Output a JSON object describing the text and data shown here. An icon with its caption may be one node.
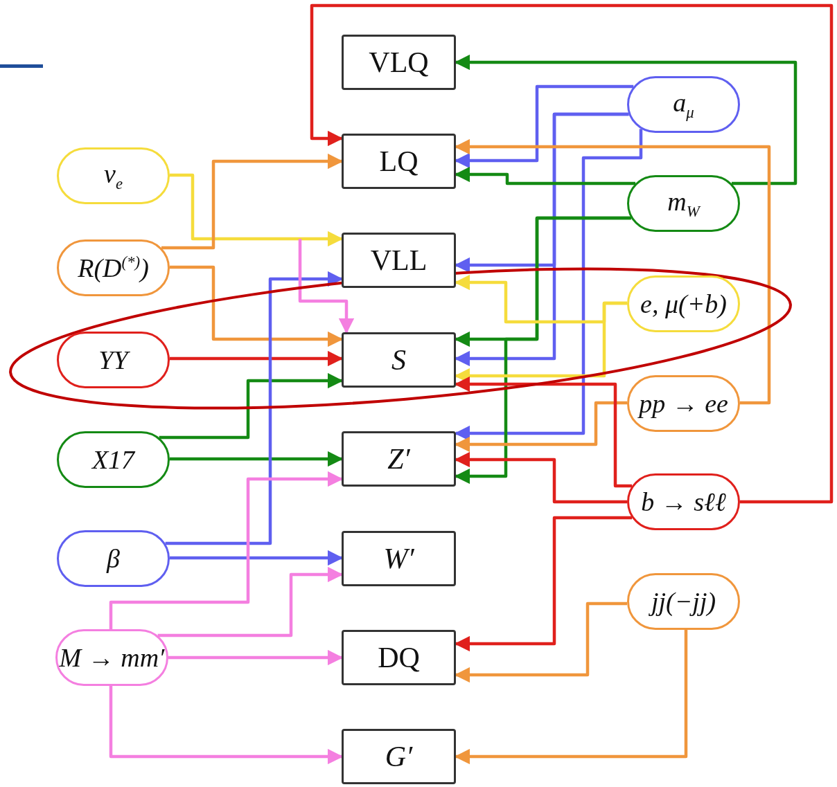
{
  "diagram": {
    "nodes": [
      {
        "text": [
          "VLQ"
        ]
      },
      {
        "text": [
          "LQ"
        ]
      },
      {
        "text": [
          "VLL"
        ]
      },
      {
        "text": [
          "S"
        ]
      },
      {
        "text": [
          "Z′"
        ]
      },
      {
        "text": [
          "W′"
        ]
      },
      {
        "text": [
          "DQ"
        ]
      },
      {
        "text": [
          "G′"
        ]
      },
      {
        "text": [
          "ν$_{e}$"
        ]
      },
      {
        "text": [
          "R(D$^{(*)}$)"
        ]
      },
      {
        "text": [
          "YY"
        ]
      },
      {
        "text": [
          "X17"
        ]
      },
      {
        "text": [
          "β"
        ]
      },
      {
        "text": [
          "M → mm′"
        ]
      },
      {
        "text": [
          "a$_{μ}$"
        ]
      },
      {
        "text": [
          "m$_{W}$"
        ]
      },
      {
        "text": [
          "e, μ(+b)"
        ]
      },
      {
        "text": [
          "pp → ee"
        ]
      },
      {
        "text": [
          "b → sℓℓ"
        ]
      },
      {
        "text": [
          "jj(−jj)"
        ]
      }
    ],
    "edges": [
      {
        "from": 8,
        "to": 2,
        "arrow": "to",
        "color": "#f5dc3c"
      },
      {
        "from": 9,
        "to": 1,
        "arrow": "to",
        "color": "#f0963c"
      },
      {
        "from": 9,
        "to": 3,
        "arrow": "to",
        "color": "#f0963c"
      },
      {
        "from": 10,
        "to": 3,
        "arrow": "to",
        "color": "#e0201c"
      },
      {
        "from": 11,
        "to": 3,
        "arrow": "to",
        "color": "#148a14"
      },
      {
        "from": 11,
        "to": 4,
        "arrow": "to",
        "color": "#148a14"
      },
      {
        "from": 12,
        "to": 2,
        "arrow": "to",
        "color": "#5f5ff0"
      },
      {
        "from": 12,
        "to": 5,
        "arrow": "to",
        "color": "#5f5ff0"
      },
      {
        "from": null,
        "to": 3,
        "arrow": "to",
        "color": "#f47fe0"
      },
      {
        "from": 13,
        "to": 4,
        "arrow": "to",
        "color": "#f47fe0"
      },
      {
        "from": 13,
        "to": 5,
        "arrow": "to",
        "color": "#f47fe0"
      },
      {
        "from": 13,
        "to": 6,
        "arrow": "to",
        "color": "#f47fe0"
      },
      {
        "from": 13,
        "to": 7,
        "arrow": "to",
        "color": "#f47fe0"
      },
      {
        "from": 14,
        "to": 1,
        "arrow": "to",
        "color": "#5f5ff0"
      },
      {
        "from": 14,
        "to": 2,
        "arrow": "to",
        "color": "#5f5ff0"
      },
      {
        "from": 14,
        "to": 3,
        "arrow": "to",
        "color": "#5f5ff0"
      },
      {
        "from": 14,
        "to": 4,
        "arrow": "to",
        "color": "#5f5ff0"
      },
      {
        "from": 15,
        "to": 0,
        "arrow": "to",
        "color": "#148a14"
      },
      {
        "from": 15,
        "to": 1,
        "arrow": "to",
        "color": "#148a14"
      },
      {
        "from": 15,
        "to": 3,
        "arrow": "to",
        "color": "#148a14"
      },
      {
        "from": 15,
        "to": 4,
        "arrow": "to",
        "color": "#148a14"
      },
      {
        "from": 16,
        "to": 2,
        "arrow": "to",
        "color": "#f5dc3c"
      },
      {
        "from": 16,
        "to": 3,
        "arrow": "to",
        "color": "#f5dc3c"
      },
      {
        "from": 17,
        "to": 1,
        "arrow": "to",
        "color": "#f0963c"
      },
      {
        "from": 17,
        "to": 4,
        "arrow": "to",
        "color": "#f0963c"
      },
      {
        "from": 18,
        "to": 3,
        "arrow": "to",
        "color": "#e0201c"
      },
      {
        "from": 18,
        "to": 4,
        "arrow": "to",
        "color": "#e0201c"
      },
      {
        "from": 18,
        "to": 1,
        "arrow": "to",
        "color": "#e0201c"
      },
      {
        "from": 18,
        "to": 6,
        "arrow": "to",
        "color": "#e0201c"
      },
      {
        "from": 19,
        "to": 6,
        "arrow": "to",
        "color": "#f0963c"
      },
      {
        "from": 19,
        "to": 7,
        "arrow": "to",
        "color": "#f0963c"
      }
    ]
  }
}
